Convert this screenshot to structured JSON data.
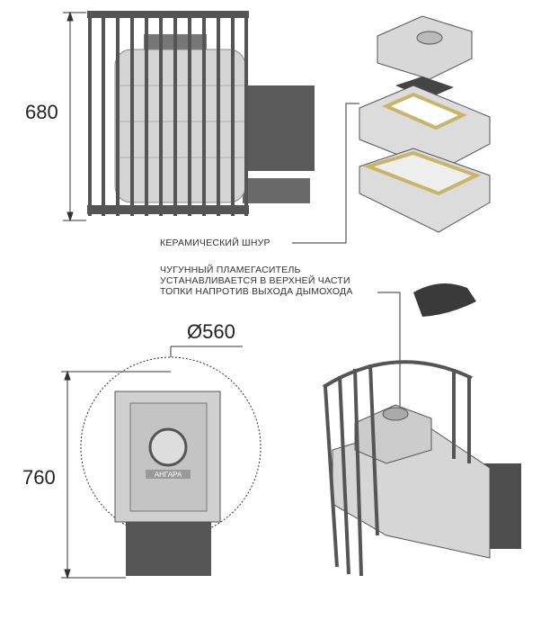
{
  "dimensions": {
    "height_front": "680",
    "diameter": "Ø560",
    "height_top": "760"
  },
  "captions": {
    "ceramic_cord": "КЕРАМИЧЕСКИЙ ШНУР",
    "flame_arrester": [
      "ЧУГУННЫЙ ПЛАМЕГАСИТЕЛЬ",
      "УСТАНАВЛИВАЕТСЯ В ВЕРХНЕЙ ЧАСТИ",
      "ТОПКИ НАПРОТИВ ВЫХОДА ДЫМОХОДА"
    ]
  },
  "logo": "АНГАРА",
  "colors": {
    "frame": "#555555",
    "body": "#cfcfcf",
    "cord": "#e6d9a0",
    "dark": "#4a4a4a"
  }
}
